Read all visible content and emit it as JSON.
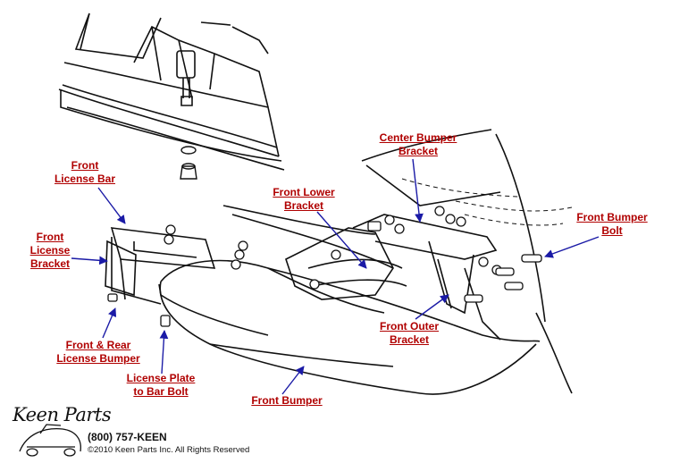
{
  "labels": {
    "front_license_bar": [
      "Front",
      "License Bar"
    ],
    "front_license_bracket": [
      "Front",
      "License",
      "Bracket"
    ],
    "front_rear_license_bumper": [
      "Front & Rear",
      "License Bumper"
    ],
    "license_plate_bolt": [
      "License Plate",
      "to Bar Bolt"
    ],
    "front_bumper": [
      "Front Bumper"
    ],
    "front_lower_bracket": [
      "Front Lower",
      "Bracket"
    ],
    "center_bumper_bracket": [
      "Center Bumper",
      "Bracket"
    ],
    "front_bumper_bolt": [
      "Front Bumper",
      "Bolt"
    ],
    "front_outer_bracket": [
      "Front Outer",
      "Bracket"
    ]
  },
  "footer": {
    "logo_text": "Keen Parts",
    "phone": "(800) 757-KEEN",
    "copyright": "©2010 Keen Parts Inc. All Rights Reserved"
  },
  "colors": {
    "label": "#b00000",
    "arrow": "#1a1aa6",
    "ink": "#111111"
  }
}
